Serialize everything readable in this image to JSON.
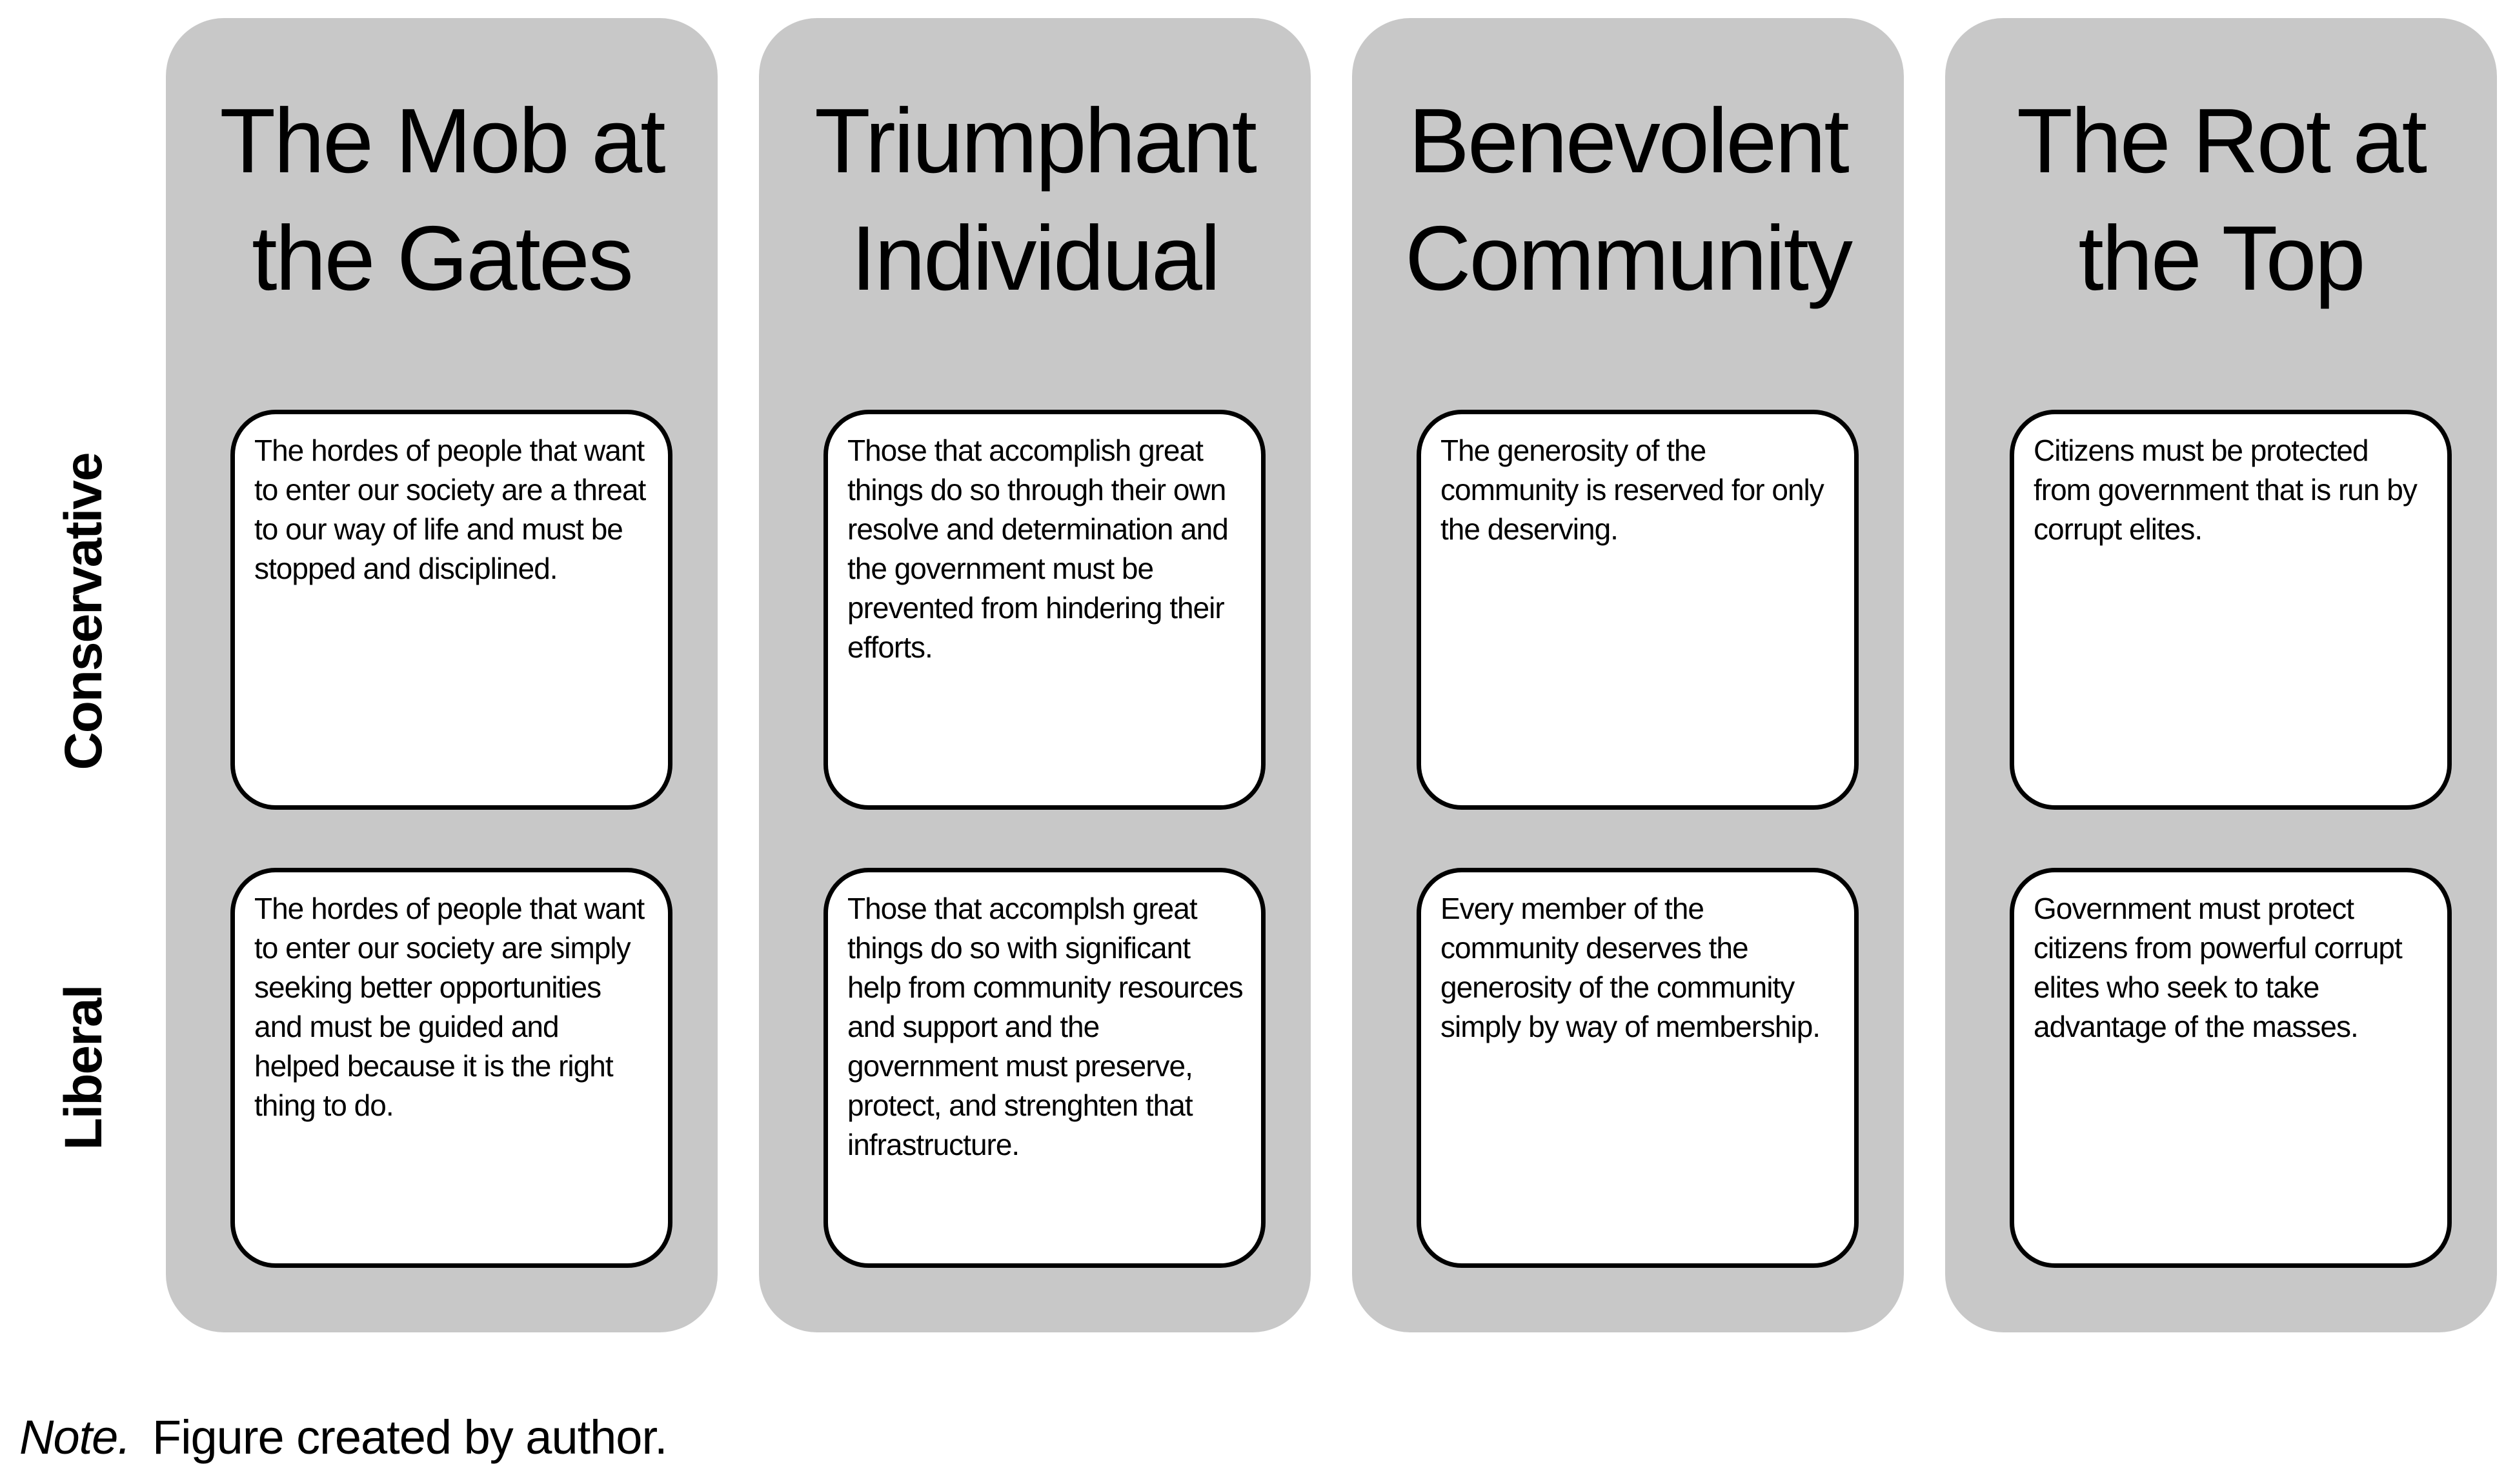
{
  "figure": {
    "row_labels": [
      {
        "id": "conservative",
        "label": "Conservative"
      },
      {
        "id": "liberal",
        "label": "Liberal"
      }
    ],
    "columns": [
      {
        "title": "The Mob at\nthe Gates",
        "conservative_text": "The hordes of people that want to enter our society are a threat to our way of life and must be stopped and disciplined.",
        "liberal_text": "The hordes of people that want to enter our society are simply seeking better opportunities and must be guided and helped because it is the right thing to do."
      },
      {
        "title": "Triumphant\nIndividual",
        "conservative_text": "Those that accomplish great things do so through their own resolve and determination and the government must be prevented from hindering their efforts.",
        "liberal_text": "Those that accomplsh great things do so with significant help from community resources and support and the government must preserve, protect, and strenghten that infrastructure."
      },
      {
        "title": "Benevolent\nCommunity",
        "conservative_text": "The generosity of the community is reserved for only the deserving.",
        "liberal_text": "Every member of the community deserves the generosity of the community simply by way of membership."
      },
      {
        "title": "The Rot at\nthe Top",
        "conservative_text": "Citizens must be protected from government that is run by corrupt elites.",
        "liberal_text": "Government must protect citizens from powerful corrupt elites who seek to take advantage of the masses."
      }
    ],
    "note": {
      "label": "Note.",
      "text": "Figure created by author."
    },
    "colors": {
      "panel_bg": "#c8c8c8",
      "box_bg": "#ffffff",
      "box_border": "#000000",
      "text": "#000000",
      "page_bg": "#ffffff"
    }
  }
}
